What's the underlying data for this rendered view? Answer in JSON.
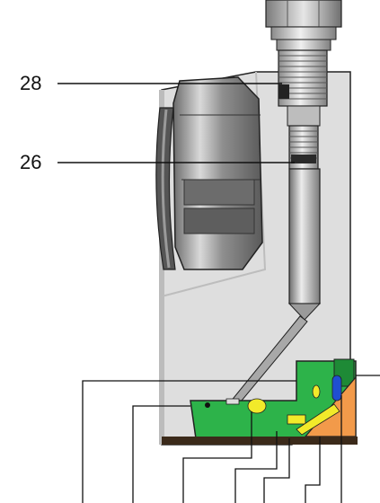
{
  "callouts": [
    {
      "id": "28",
      "label": "28"
    },
    {
      "id": "26",
      "label": "26"
    }
  ],
  "colors": {
    "body_gray": "#dcdcdc",
    "seal_green": "#2db34a",
    "wedge_orange": "#f29a4a",
    "marker_yellow": "#f2ea2a",
    "marker_blue": "#1f4fd1",
    "outline": "#222222"
  }
}
